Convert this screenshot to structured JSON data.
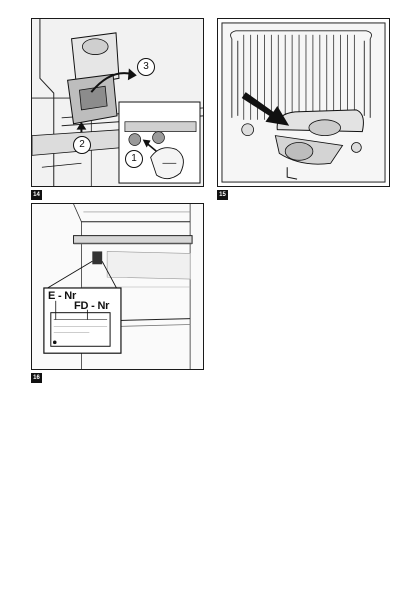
{
  "figures": [
    {
      "label": "14",
      "callouts": [
        "1",
        "2",
        "3"
      ]
    },
    {
      "label": "15"
    },
    {
      "label": "16",
      "type_plate": {
        "e_nr": "E - Nr",
        "fd_nr": "FD - Nr"
      }
    }
  ],
  "colors": {
    "line": "#1a1a1a",
    "shade": "#d9d9d9",
    "dark": "#3a3a3a"
  }
}
